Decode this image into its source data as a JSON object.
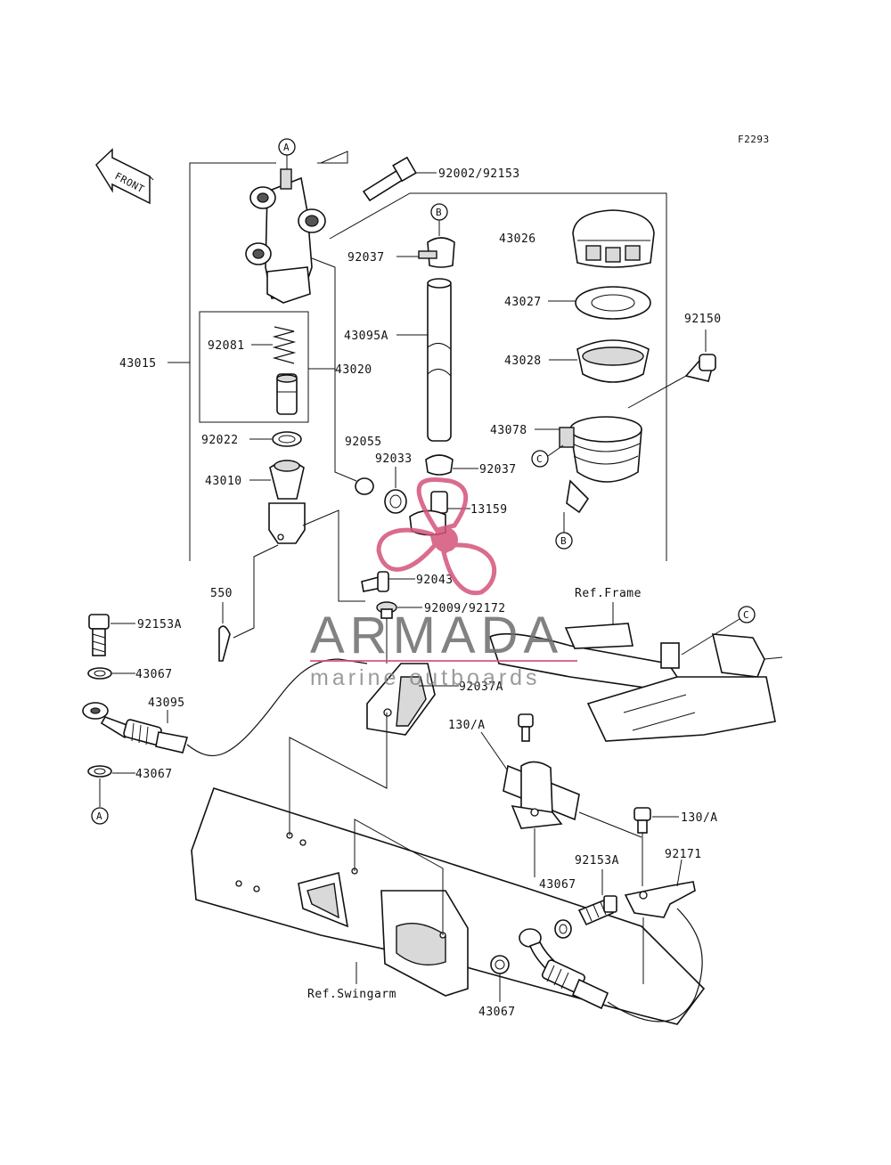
{
  "figure_code": "F2293",
  "front_label": "FRONT",
  "watermark": {
    "brand": "ARMADA",
    "tagline": "marine outboards",
    "logo_color": "#d4537a",
    "text_color": "#6d6d6d"
  },
  "callouts": {
    "A_top": "A",
    "B_top": "B",
    "B_bottom": "B",
    "C_left": "C",
    "C_right": "C",
    "A_bottom": "A"
  },
  "parts": {
    "p92002": "92002/92153",
    "p43026": "43026",
    "p92037_top": "92037",
    "p43027": "43027",
    "p92150": "92150",
    "p43095A": "43095A",
    "p43028": "43028",
    "p43015": "43015",
    "p92081": "92081",
    "p43020": "43020",
    "p43078": "43078",
    "p92022": "92022",
    "p92055": "92055",
    "p92033": "92033",
    "p92037_mid": "92037",
    "p43010": "43010",
    "p13159": "13159",
    "p92043": "92043",
    "p550": "550",
    "p92009": "92009/92172",
    "p92153A_top": "92153A",
    "p43067_a": "43067",
    "p92037A": "92037A",
    "p43095": "43095",
    "p130A_top": "130/A",
    "p43067_b": "43067",
    "p130A_right": "130/A",
    "p92153A_bottom": "92153A",
    "p92171": "92171",
    "p43067_c": "43067",
    "p43067_d": "43067"
  },
  "refs": {
    "frame": "Ref.Frame",
    "swingarm": "Ref.Swingarm"
  }
}
